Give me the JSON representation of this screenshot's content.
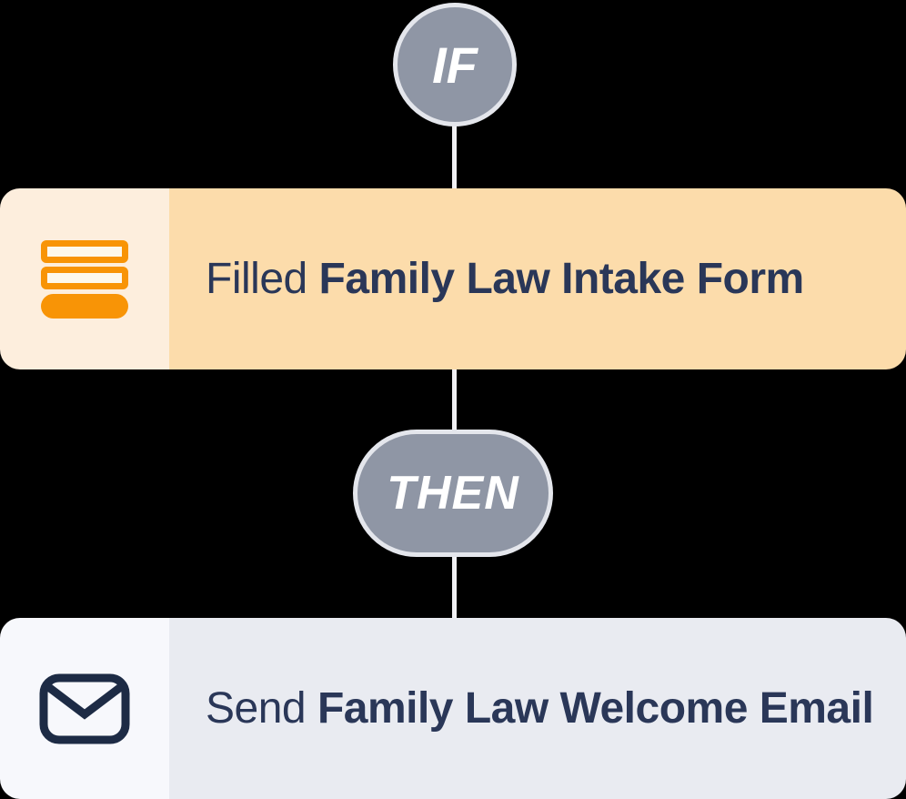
{
  "workflow": {
    "if_label": "IF",
    "then_label": "THEN",
    "trigger": {
      "prefix": "Filled ",
      "name": "Family Law Intake Form",
      "icon": "form-icon"
    },
    "action": {
      "prefix": "Send ",
      "name": "Family Law Welcome Email",
      "icon": "email-icon"
    }
  },
  "colors": {
    "background": "#000000",
    "badge_fill": "#8f96a5",
    "badge_border": "#e4e6ec",
    "badge_text": "#ffffff",
    "connector": "#f1f1f4",
    "trigger_icon_panel": "#fdeedd",
    "trigger_text_panel": "#fcdcab",
    "icon_orange": "#f89406",
    "icon_orange_inner": "#fdf8ec",
    "action_icon_panel": "#f7f8fc",
    "action_text_panel": "#e9ebf1",
    "card_text": "#2a3758",
    "envelope_stroke": "#1d2b45"
  }
}
